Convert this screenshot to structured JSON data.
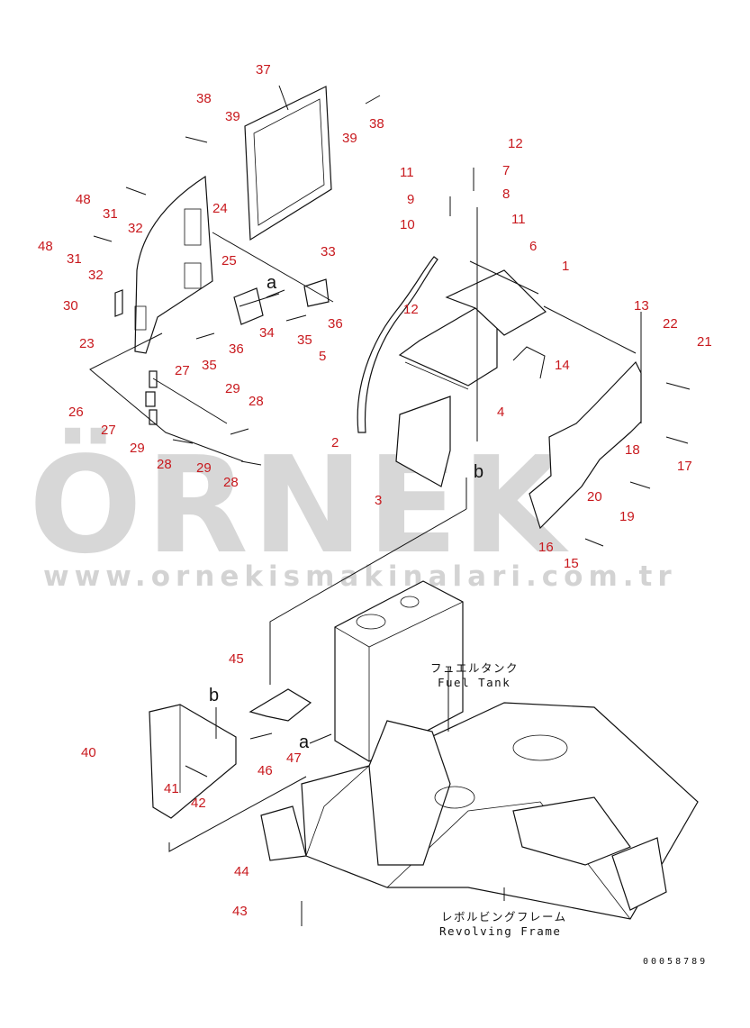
{
  "diagram": {
    "part_numbers": [
      "1",
      "2",
      "3",
      "4",
      "5",
      "6",
      "7",
      "8",
      "9",
      "10",
      "11",
      "11",
      "12",
      "12",
      "13",
      "14",
      "15",
      "16",
      "17",
      "18",
      "19",
      "20",
      "21",
      "22",
      "23",
      "24",
      "25",
      "26",
      "27",
      "27",
      "28",
      "28",
      "28",
      "29",
      "29",
      "29",
      "30",
      "31",
      "31",
      "32",
      "32",
      "33",
      "34",
      "35",
      "35",
      "36",
      "36",
      "37",
      "38",
      "38",
      "39",
      "39",
      "40",
      "41",
      "42",
      "43",
      "44",
      "45",
      "46",
      "47",
      "48",
      "48"
    ],
    "ref_markers": [
      "a",
      "a",
      "b",
      "b"
    ],
    "fuel_tank_jp": "フュエルタンク",
    "fuel_tank_en": "Fuel Tank",
    "frame_jp": "レボルビングフレーム",
    "frame_en": "Revolving Frame",
    "drawing_code": "00058789"
  },
  "watermark": {
    "brand": "ÖRNEK",
    "url": "www.ornekismakinalari.com.tr",
    "accent_color": "#f3c623",
    "text_color": "#c9c9c9"
  },
  "colors": {
    "label": "#c8191e",
    "line": "#111111"
  }
}
